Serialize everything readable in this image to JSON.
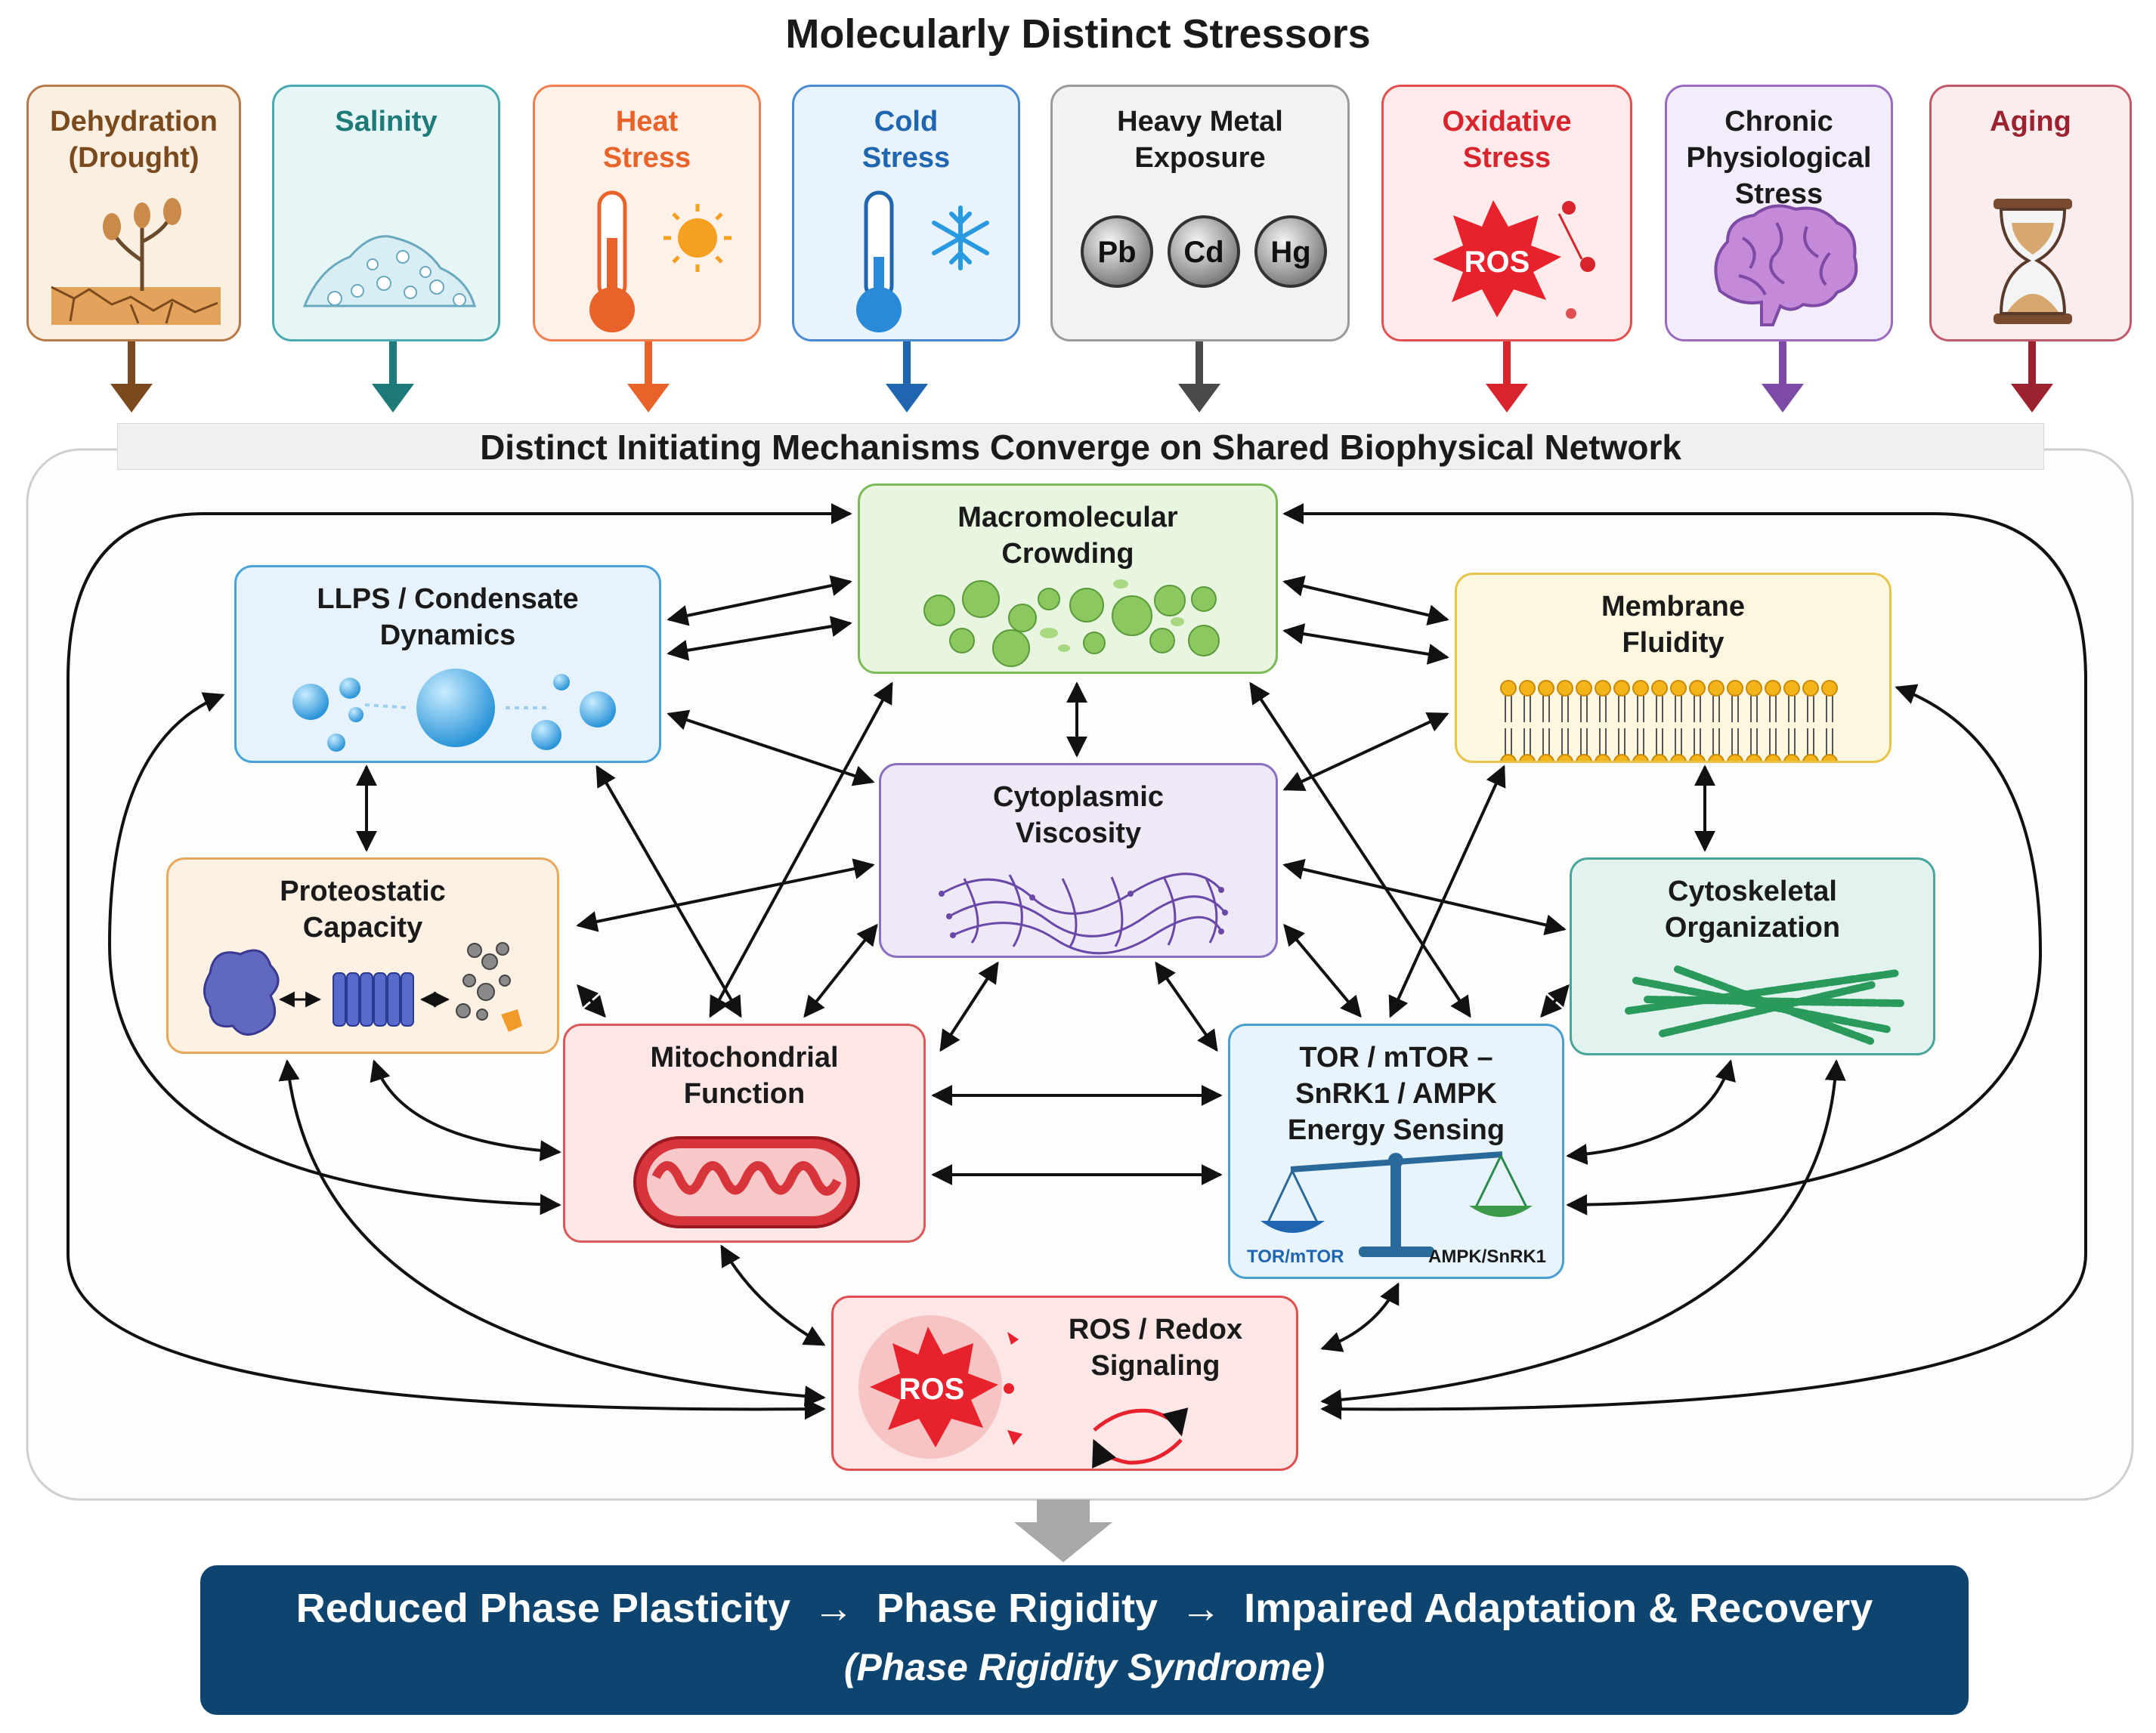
{
  "title": "Molecularly Distinct Stressors",
  "convergence_label": "Distinct Initiating Mechanisms Converge on Shared Biophysical Network",
  "stressors": [
    {
      "label": "Dehydration\n(Drought)",
      "color": "#7a4a1e",
      "icon": "dry-soil-plant-icon"
    },
    {
      "label": "Salinity",
      "color": "#1e7a78",
      "icon": "salt-pile-icon"
    },
    {
      "label": "Heat\nStress",
      "color": "#e8622a",
      "icon": "thermometer-sun-icon"
    },
    {
      "label": "Cold\nStress",
      "color": "#1f65b0",
      "icon": "thermometer-snowflake-icon"
    },
    {
      "label": "Heavy Metal\nExposure",
      "color": "#4a4a4a",
      "icon": "metal-ions-icon",
      "ions": [
        "Pb",
        "Cd",
        "Hg"
      ]
    },
    {
      "label": "Oxidative\nStress",
      "color": "#d8242c",
      "icon": "ros-burst-icon",
      "badge": "ROS"
    },
    {
      "label": "Chronic\nPhysiological\nStress",
      "color": "#7d4aa6",
      "icon": "brain-icon"
    },
    {
      "label": "Aging",
      "color": "#9c2230",
      "icon": "hourglass-icon"
    }
  ],
  "nodes": {
    "crowding": {
      "label": "Macromolecular\nCrowding",
      "icon": "crowded-molecules-icon"
    },
    "llps": {
      "label": "LLPS / Condensate\nDynamics",
      "icon": "droplets-icon"
    },
    "membrane": {
      "label": "Membrane\nFluidity",
      "icon": "lipid-bilayer-icon"
    },
    "viscosity": {
      "label": "Cytoplasmic\nViscosity",
      "icon": "mesh-network-icon"
    },
    "proteostasis": {
      "label": "Proteostatic\nCapacity",
      "icon": "protein-folding-icon"
    },
    "cytoskeleton": {
      "label": "Cytoskeletal\nOrganization",
      "icon": "filaments-icon"
    },
    "mito": {
      "label": "Mitochondrial\nFunction",
      "icon": "mitochondrion-icon"
    },
    "tor": {
      "label": "TOR / mTOR –\nSnRK1 / AMPK\nEnergy Sensing",
      "icon": "balance-scale-icon",
      "left_pan": "TOR/mTOR",
      "right_pan": "AMPK/SnRK1"
    },
    "ros": {
      "label": "ROS / Redox\nSignaling",
      "icon": "redox-cycle-icon",
      "badge": "ROS"
    }
  },
  "outcome": {
    "line1": "Reduced Phase Plasticity  →  Phase Rigidity  →  Impaired Adaptation & Recovery",
    "line2": "(Phase Rigidity Syndrome)"
  },
  "colors": {
    "crowding": "#7cba5a",
    "llps": "#4aa3d8",
    "membrane": "#e8c44a",
    "viscosity": "#8a6fc0",
    "proteostasis": "#e8a85a",
    "cytoskeleton": "#4aa59a",
    "mito": "#d85a5a",
    "tor": "#4a9fd0",
    "ros": "#e05050",
    "outcome": "#0e4470"
  }
}
